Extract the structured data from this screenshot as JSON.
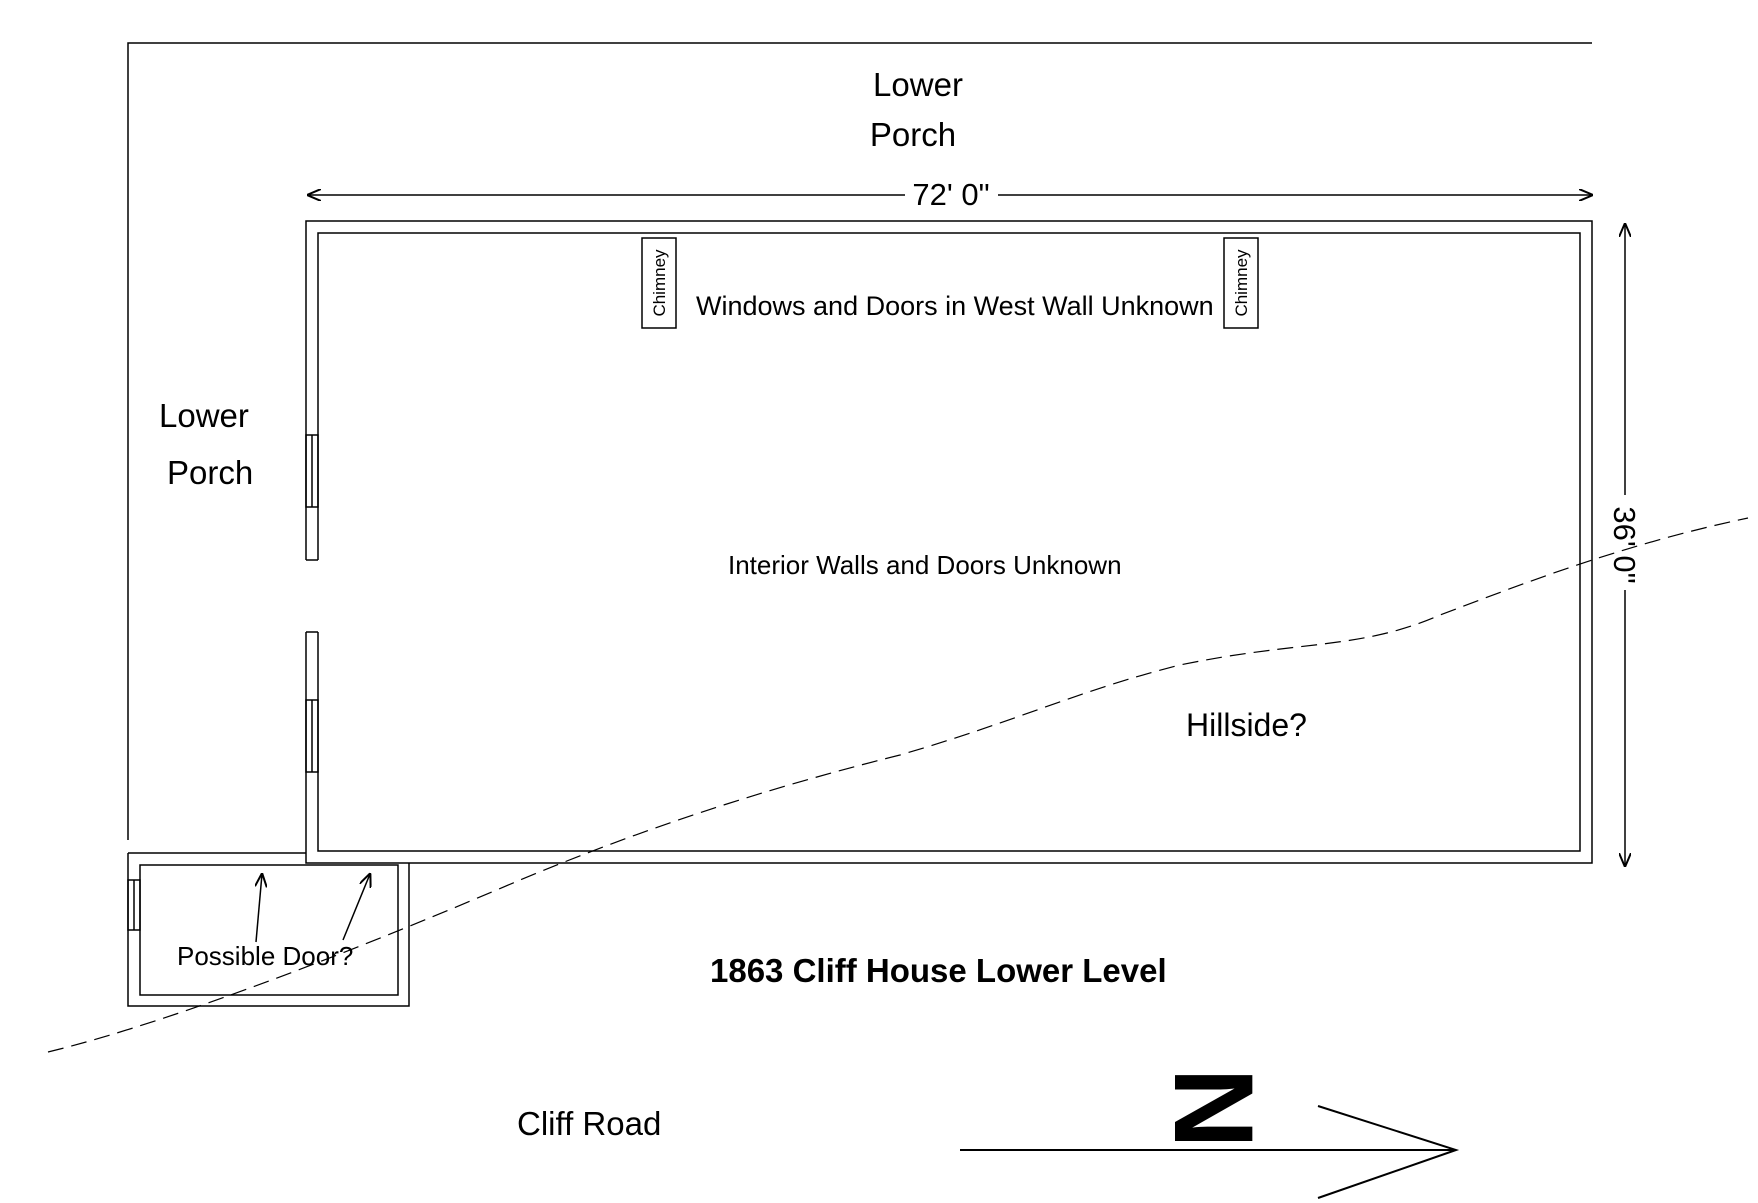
{
  "title": "1863 Cliff House Lower Level",
  "labels": {
    "top_porch_line1": "Lower",
    "top_porch_line2": "Porch",
    "left_porch_line1": "Lower",
    "left_porch_line2": "Porch",
    "west_wall_note": "Windows and Doors  in West Wall Unknown",
    "interior_note": "Interior Walls and Doors Unknown",
    "hillside": "Hillside?",
    "possible_door": "Possible Door?",
    "road": "Cliff Road",
    "chimney_1": "Chimney",
    "chimney_2": "Chimney"
  },
  "dimensions": {
    "width": "72' 0\"",
    "depth": "36' 0\""
  },
  "north_arrow": {
    "letter": "N"
  }
}
